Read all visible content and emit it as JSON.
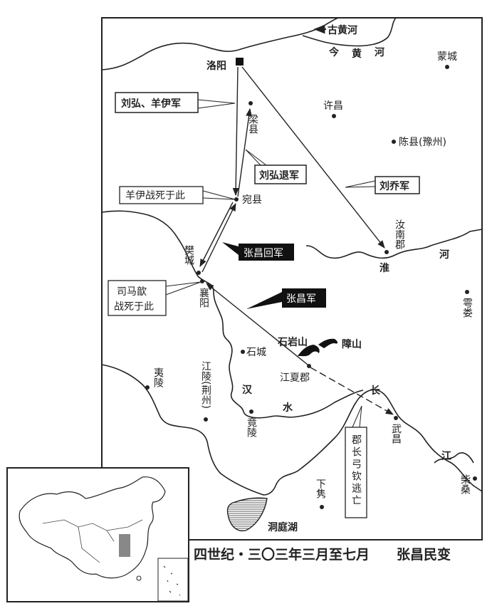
{
  "title": "四世纪・三〇三年三月至七月　　张昌民变",
  "rivers": {
    "old_yellow": "古黄河",
    "new_yellow": [
      "今",
      "黄",
      "河"
    ],
    "huai": [
      "淮",
      "河"
    ],
    "han": [
      "汉",
      "水"
    ],
    "yangtze": [
      "长",
      "江"
    ]
  },
  "places": {
    "luoyang": "洛阳",
    "mengcheng": "蒙城",
    "liangxian": "梁县",
    "xuchang": "许昌",
    "chenxian": "陈县(豫州)",
    "wanxian": "宛县",
    "runan": "汝南郡",
    "fancheng": "樊城",
    "xiangyang": "襄阳",
    "yulou": "雩娄",
    "shicheng": "石城",
    "jiangxia": "江夏郡",
    "yiling": "夷陵",
    "jiangling": "江陵(荆州)",
    "jingling": "竟陵",
    "wuchang": "武昌",
    "xiajun": "下隽",
    "chaisang": "柴桑",
    "dongting": "洞庭湖",
    "shiyan_mtn": "石岩山",
    "zhang_mtn": "障山"
  },
  "callouts": {
    "liuhong_yangyi": "刘弘、羊伊军",
    "liuhong_retreat": "刘弘退军",
    "liuqiao": "刘乔军",
    "yangyi_died": "羊伊战死于此",
    "simaxin_died": [
      "司马歆",
      "战死于此"
    ],
    "zhangchang_return": "张昌回军",
    "zhangchang_army": "张昌军",
    "gongqin_fled": "郡长弓钦逃亡"
  }
}
